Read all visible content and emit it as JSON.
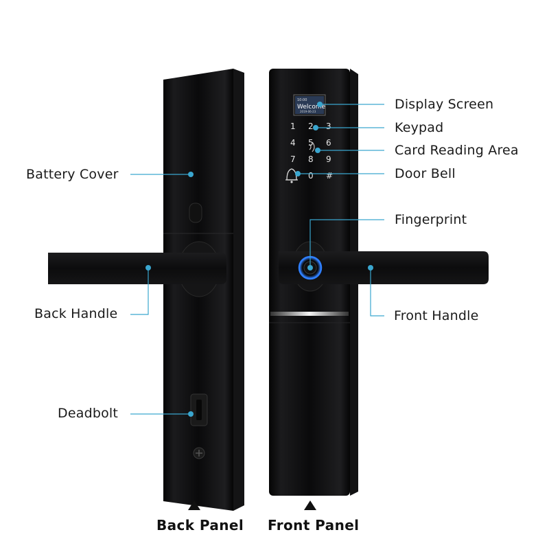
{
  "callouts": {
    "display_screen": "Display Screen",
    "keypad": "Keypad",
    "card_reading_area": "Card Reading Area",
    "door_bell": "Door Bell",
    "fingerprint": "Fingerprint",
    "front_handle": "Front Handle",
    "battery_cover": "Battery Cover",
    "back_handle": "Back Handle",
    "deadbolt": "Deadbolt"
  },
  "captions": {
    "back_panel": "Back Panel",
    "front_panel": "Front Panel"
  },
  "screen": {
    "time": "10:00",
    "greeting": "Welcome",
    "date": "2019-06-23"
  },
  "keypad_keys": {
    "k1": "1",
    "k2": "2",
    "k3": "3",
    "k4": "4",
    "k5": "5",
    "k6": "6",
    "k7": "7",
    "k8": "8",
    "k9": "9",
    "k0": "0",
    "hash": "#"
  },
  "colors": {
    "callout_line": "#3aa6cf",
    "panel_body": "#0b0b0c",
    "fingerprint_ring": "#2f7fff"
  }
}
